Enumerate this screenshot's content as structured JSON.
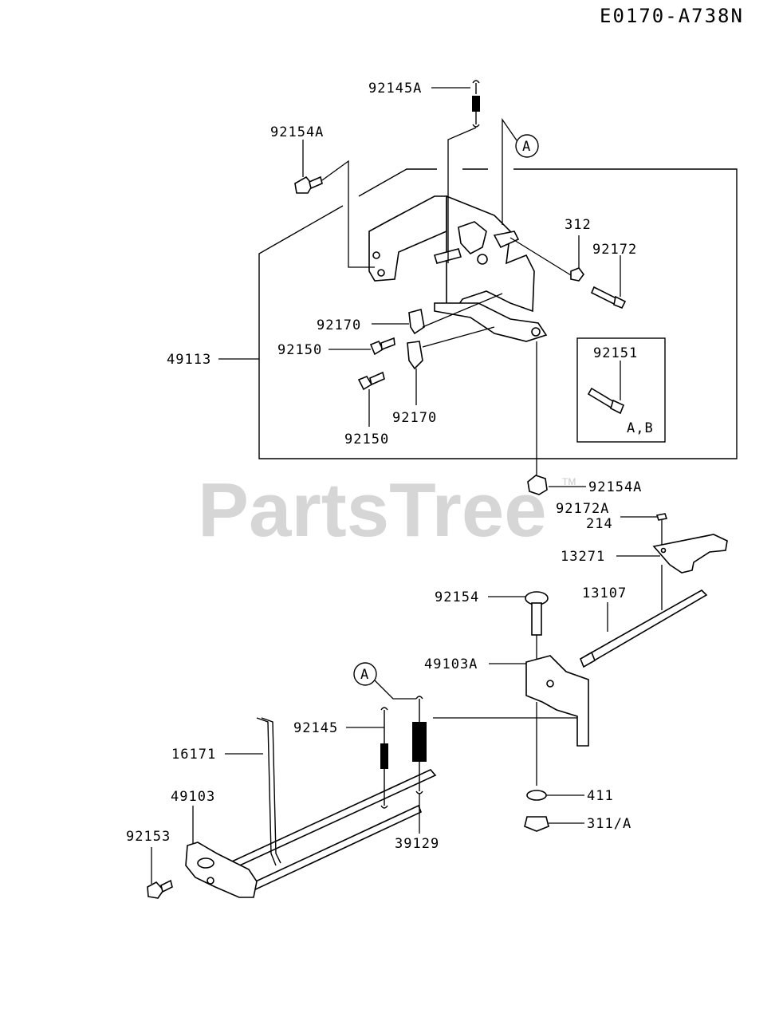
{
  "diagram": {
    "code": "E0170-A738N",
    "watermark": "PartsTree",
    "watermark_tm": "TM",
    "callout_a": "A",
    "labels": {
      "p92145A": "92145A",
      "p92154A_top": "92154A",
      "p312": "312",
      "p92172": "92172",
      "p92170_a": "92170",
      "p92150_a": "92150",
      "p49113": "49113",
      "p92170_b": "92170",
      "p92150_b": "92150",
      "p92151": "92151",
      "p92151_note": "A,B",
      "p92154A_mid": "92154A",
      "p92172A": "92172A",
      "p214": "214",
      "p13271": "13271",
      "p92154": "92154",
      "p13107": "13107",
      "p49103A": "49103A",
      "p92145": "92145",
      "p16171": "16171",
      "p49103": "49103",
      "p92153": "92153",
      "p39129": "39129",
      "p411": "411",
      "p311A": "311/A"
    }
  }
}
